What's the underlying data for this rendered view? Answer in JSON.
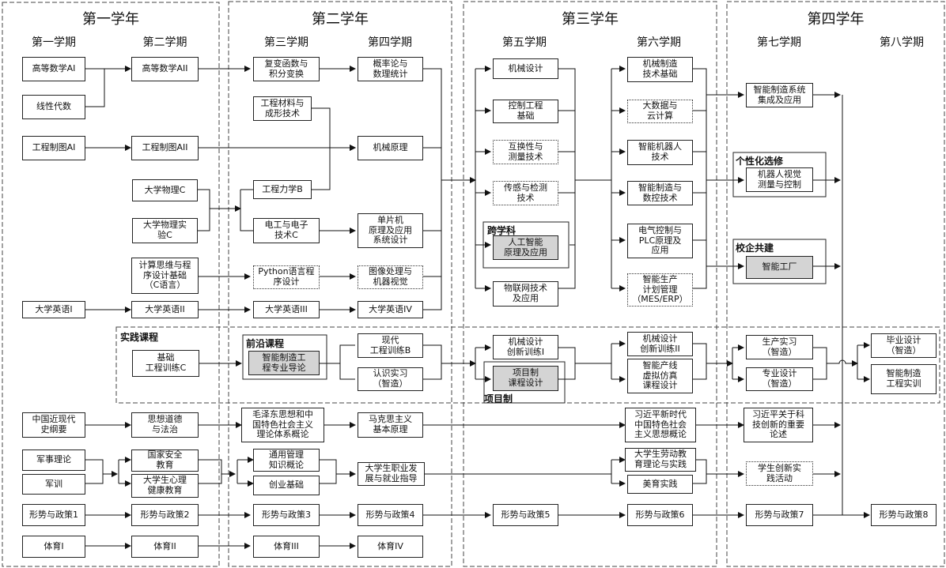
{
  "years": [
    "第一学年",
    "第二学年",
    "第三学年",
    "第四学年"
  ],
  "semesters": [
    "第一学期",
    "第二学期",
    "第三学期",
    "第四学期",
    "第五学期",
    "第六学期",
    "第七学期",
    "第八学期"
  ],
  "group_labels": {
    "practice": "实践课程",
    "frontier": "前沿课程",
    "interdisciplinary": "跨学科",
    "project": "项目制",
    "elective": "个性化选修",
    "enterprise": "校企共建"
  },
  "courses": {
    "math_a1": "高等数学AI",
    "linear_algebra": "线性代数",
    "drawing_a1": "工程制图AI",
    "english_1": "大学英语I",
    "history": "中国近现代\n史纲要",
    "military_theory": "军事理论",
    "military_training": "军训",
    "policy_1": "形势与政策1",
    "pe_1": "体育I",
    "math_a2": "高等数学AII",
    "drawing_a2": "工程制图AII",
    "physics": "大学物理C",
    "physics_lab": "大学物理实\n验C",
    "computational_thinking": "计算思维与程\n序设计基础\n（C语言）",
    "english_2": "大学英语II",
    "basic_training": "基础\n工程训练C",
    "ethics_law": "思想道德\n与法治",
    "national_security": "国家安全\n教育",
    "mental_health": "大学生心理\n健康教育",
    "policy_2": "形势与政策2",
    "pe_2": "体育II",
    "complex_functions": "复变函数与\n积分变换",
    "materials": "工程材料与\n成形技术",
    "mechanics_b": "工程力学B",
    "electrical": "电工与电子\n技术C",
    "python": "Python语言程\n序设计",
    "english_3": "大学英语III",
    "intro_intelligent": "智能制造工\n程专业导论",
    "mao_theory": "毛泽东思想和中\n国特色社会主义\n理论体系概论",
    "management": "通用管理\n知识概论",
    "entrepreneurship": "创业基础",
    "policy_3": "形势与政策3",
    "pe_3": "体育III",
    "probability": "概率论与\n数理统计",
    "mechanism": "机械原理",
    "mcu": "单片机\n原理及应用\n系统设计",
    "image_processing": "图像处理与\n机器视觉",
    "english_4": "大学英语IV",
    "modern_training": "现代\n工程训练B",
    "cognition_practice": "认识实习\n（智造）",
    "marxism": "马克思主义\n基本原理",
    "career": "大学生职业发\n展与就业指导",
    "policy_4": "形势与政策4",
    "pe_4": "体育IV",
    "machine_design": "机械设计",
    "control": "控制工程\n基础",
    "tolerance": "互换性与\n测量技术",
    "sensing": "传感与检测\n技术",
    "ai_principles": "人工智能\n原理及应用",
    "iot": "物联网技术\n及应用",
    "design_innov_1": "机械设计\n创新训练I",
    "project_course": "项目制\n课程设计",
    "policy_5": "形势与政策5",
    "mfg_tech": "机械制造\n技术基础",
    "bigdata": "大数据与\n云计算",
    "robot": "智能机器人\n技术",
    "nc": "智能制造与\n数控技术",
    "plc": "电气控制与\nPLC原理及\n应用",
    "mes": "智能生产\n计划管理\n（MES/ERP）",
    "design_innov_2": "机械设计\n创新训练II",
    "production_line": "智能产线\n虚拟仿真\n课程设计",
    "xi_thought": "习近平新时代\n中国特色社会\n主义思想概论",
    "labor_education": "大学生劳动教\n育理论与实践",
    "aesthetics": "美育实践",
    "policy_6": "形势与政策6",
    "system_integration": "智能制造系统\n集成及应用",
    "robot_vision": "机器人视觉\n测量与控制",
    "smart_factory": "智能工厂",
    "production_practice": "生产实习\n（智造）",
    "specialty_design": "专业设计\n（智造）",
    "xi_innovation": "习近平关于科\n技创新的重要\n论述",
    "student_innovation": "学生创新实\n践活动",
    "policy_7": "形势与政策7",
    "graduation_design": "毕业设计\n（智造）",
    "intelligent_training": "智能制造\n工程实训",
    "policy_8": "形势与政策8"
  }
}
